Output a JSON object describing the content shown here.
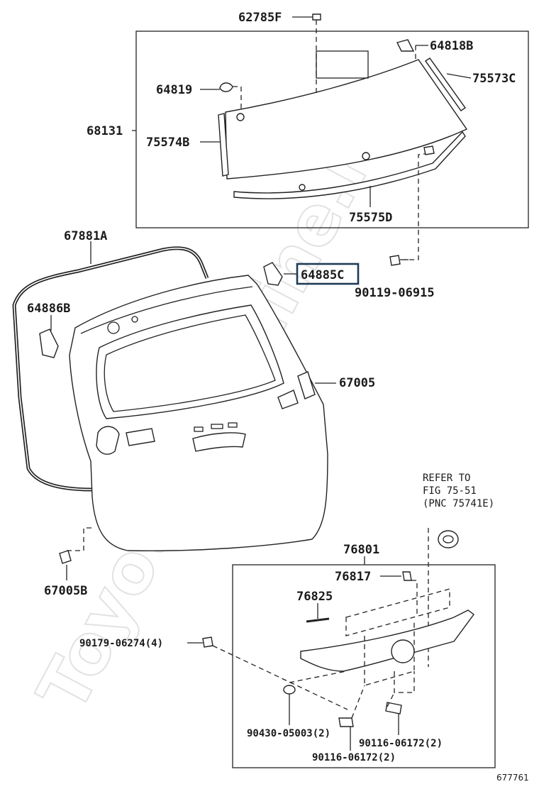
{
  "labels": {
    "p62785F": "62785F",
    "p64818B": "64818B",
    "p75573C": "75573C",
    "p64819": "64819",
    "p68131": "68131",
    "p75574B": "75574B",
    "p75575D": "75575D",
    "p67881A": "67881A",
    "p64885C": "64885C",
    "p90119_06915": "90119-06915",
    "p64886B": "64886B",
    "p67005": "67005",
    "p67005B": "67005B",
    "p76801": "76801",
    "p76817": "76817",
    "p76825": "76825",
    "p90179_06274": "90179-06274(4)",
    "p90430_05003": "90430-05003(2)",
    "p90116_06172_a": "90116-06172(2)",
    "p90116_06172_b": "90116-06172(2)"
  },
  "refer": {
    "line1": "REFER TO",
    "line2": "FIG 75-51",
    "line3": "(PNC 75741E)"
  },
  "watermark": "ToyotaCarMine.ru",
  "figure_code": "677761",
  "highlight_color": "#1f3b57"
}
